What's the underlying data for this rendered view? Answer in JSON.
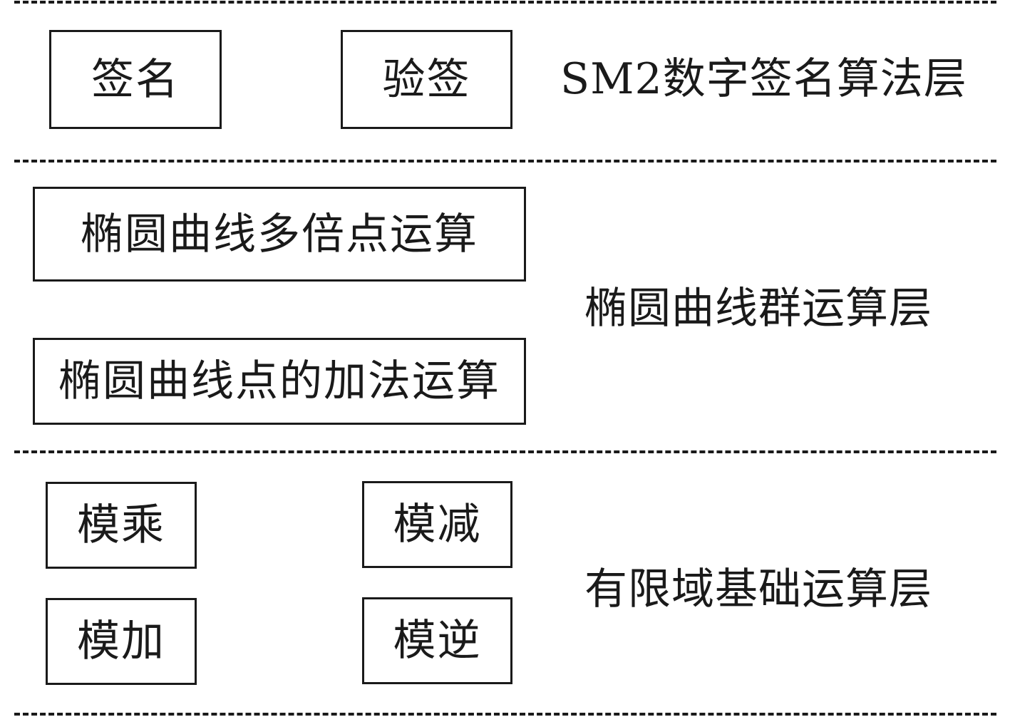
{
  "layers": {
    "signature": {
      "label": "SM2数字签名算法层",
      "boxes": {
        "sign": "签名",
        "verify": "验签"
      }
    },
    "ec_group": {
      "label": "椭圆曲线群运算层",
      "boxes": {
        "scalar_mult": "椭圆曲线多倍点运算",
        "point_add": "椭圆曲线点的加法运算"
      }
    },
    "finite_field": {
      "label": "有限域基础运算层",
      "boxes": {
        "mod_mul": "模乘",
        "mod_sub": "模减",
        "mod_add": "模加",
        "mod_inv": "模逆"
      }
    }
  }
}
